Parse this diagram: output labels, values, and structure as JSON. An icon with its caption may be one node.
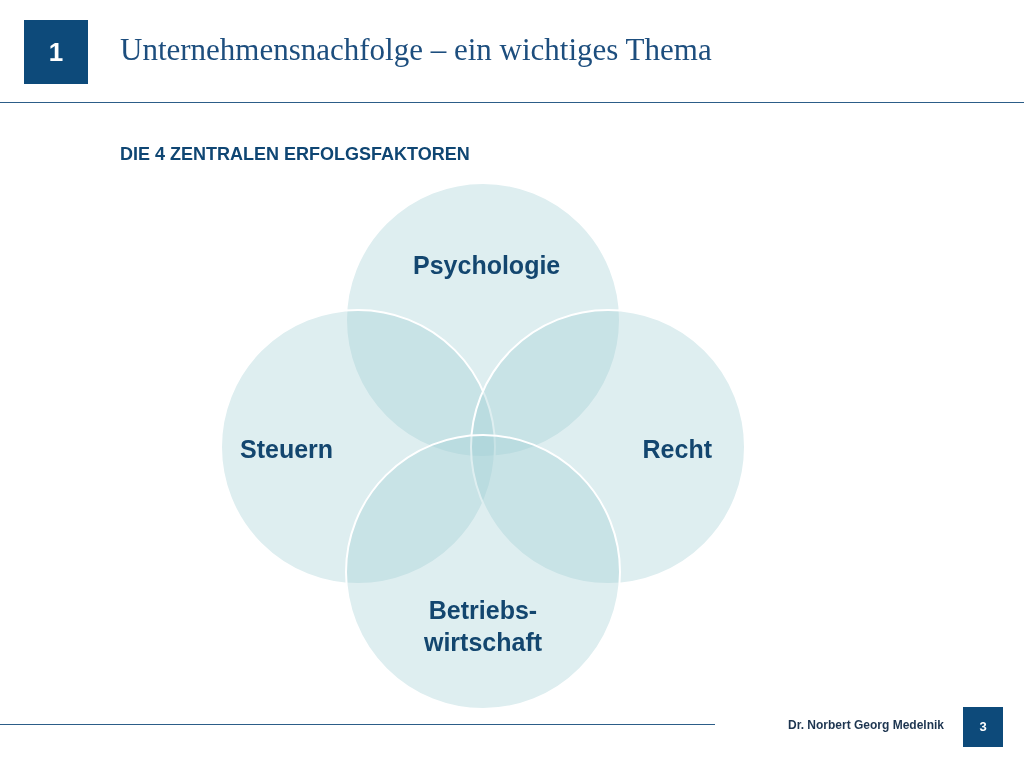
{
  "diagram": {
    "title": "Unternehmensnachfolge – ein wichtiges Thema",
    "nodes": [
      {
        "text": [
          "Psychologie"
        ]
      },
      {
        "text": [
          "Steuern"
        ]
      },
      {
        "text": [
          "Recht"
        ]
      },
      {
        "text": [
          "Betriebs- wirtschaft"
        ]
      }
    ],
    "edges": [],
    "labels": [
      "1",
      "DIE 4 ZENTRALEN ERFOLGSFAKTOREN",
      "Dr. Norbert Georg Medelnik",
      "3"
    ]
  }
}
